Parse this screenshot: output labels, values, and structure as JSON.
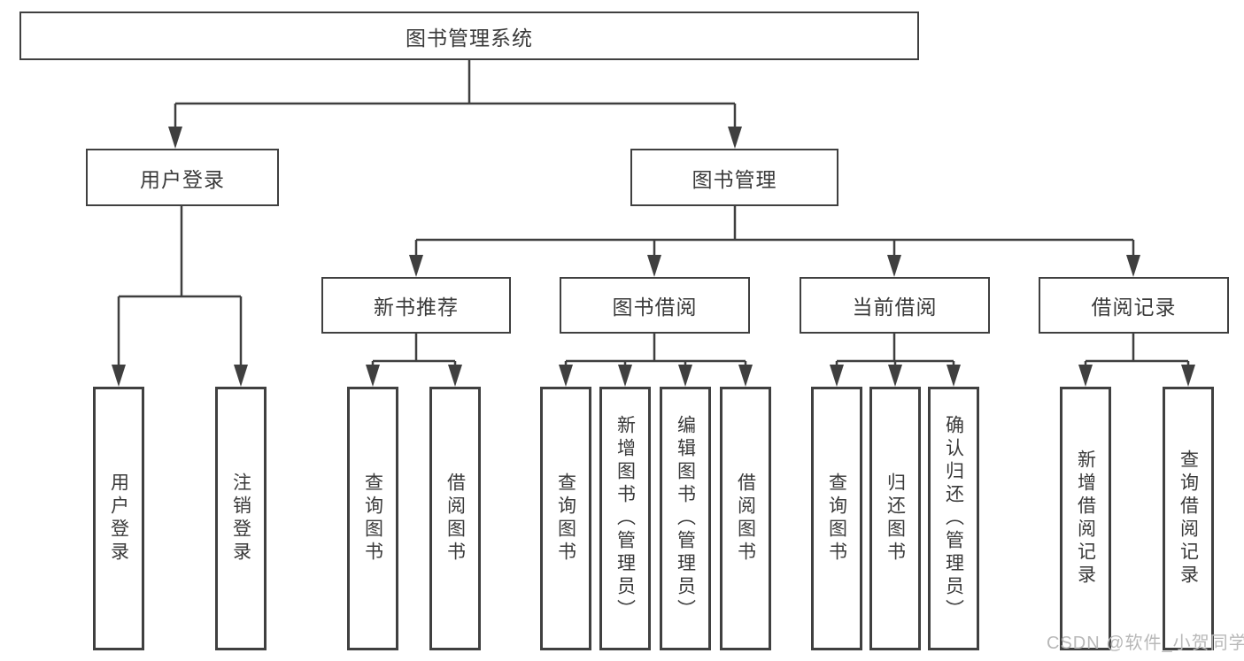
{
  "diagram": {
    "root": "图书管理系统",
    "branches": [
      {
        "label": "用户登录",
        "leaves": [
          "用户登录",
          "注销登录"
        ]
      },
      {
        "label": "图书管理",
        "groups": [
          {
            "label": "新书推荐",
            "leaves": [
              "查询图书",
              "借阅图书"
            ]
          },
          {
            "label": "图书借阅",
            "leaves": [
              "查询图书",
              "新增图书（管理员）",
              "编辑图书（管理员）",
              "借阅图书"
            ]
          },
          {
            "label": "当前借阅",
            "leaves": [
              "查询图书",
              "归还图书",
              "确认归还（管理员）"
            ]
          },
          {
            "label": "借阅记录",
            "leaves": [
              "新增借阅记录",
              "查询借阅记录"
            ]
          }
        ]
      }
    ]
  },
  "watermark": "CSDN @软件_小贺同学",
  "colors": {
    "line": "#3f3f3f",
    "box_border": "#404040",
    "text": "#3a3a3a",
    "watermark": "#b8b8b8",
    "background": "#ffffff"
  }
}
